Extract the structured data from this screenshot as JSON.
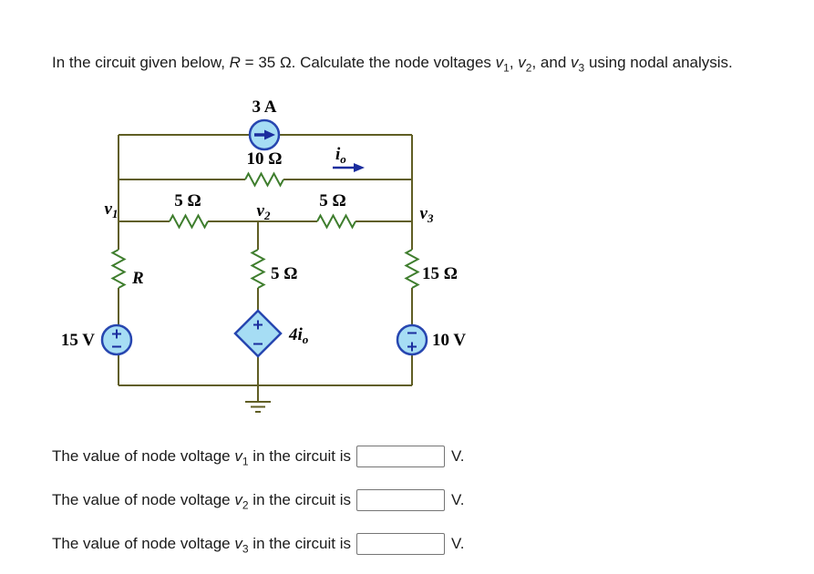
{
  "title": {
    "segments": [
      {
        "text": "In the circuit given below, "
      },
      {
        "text": "R"
      },
      {
        "text": " = 35 Ω. Calculate the node voltages "
      },
      {
        "text": "v"
      },
      {
        "text": "1"
      },
      {
        "text": ", "
      },
      {
        "text": "v"
      },
      {
        "text": "2"
      },
      {
        "text": ", and "
      },
      {
        "text": "v"
      },
      {
        "text": "3"
      },
      {
        "text": " using nodal analysis."
      }
    ]
  },
  "circuit": {
    "current_source": {
      "label": "3 A"
    },
    "resistor_10": {
      "label": "10 Ω"
    },
    "io_current": {
      "base": "i",
      "sub": "o"
    },
    "node_v1": {
      "base": "v",
      "sub": "1"
    },
    "node_v2": {
      "base": "v",
      "sub": "2"
    },
    "node_v3": {
      "base": "v",
      "sub": "3"
    },
    "resistor_5_left": {
      "label": "5 Ω"
    },
    "resistor_5_right": {
      "label": "5 Ω"
    },
    "resistor_R": {
      "label": "R"
    },
    "resistor_5_mid": {
      "label": "5 Ω"
    },
    "resistor_15": {
      "label": "15 Ω"
    },
    "source_15v": {
      "label": "15 V"
    },
    "dep_source": {
      "base": "4i",
      "sub": "o"
    },
    "source_10v": {
      "label": "10 V"
    },
    "colors": {
      "wire": "#605e24",
      "resistor": "#3f7e2e",
      "source-fill": "#a6ddf4",
      "source-stroke": "#2746b0",
      "arrow": "#1b2d9e"
    }
  },
  "questions": {
    "rows": [
      {
        "prefix": "The value of node voltage ",
        "var": "v",
        "sub": "1",
        "suffix": " in the circuit is",
        "value": "",
        "unit": "V."
      },
      {
        "prefix": "The value of node voltage ",
        "var": "v",
        "sub": "2",
        "suffix": " in the circuit is",
        "value": "",
        "unit": "V."
      },
      {
        "prefix": "The value of node voltage ",
        "var": "v",
        "sub": "3",
        "suffix": " in the circuit is",
        "value": "",
        "unit": "V."
      }
    ]
  }
}
